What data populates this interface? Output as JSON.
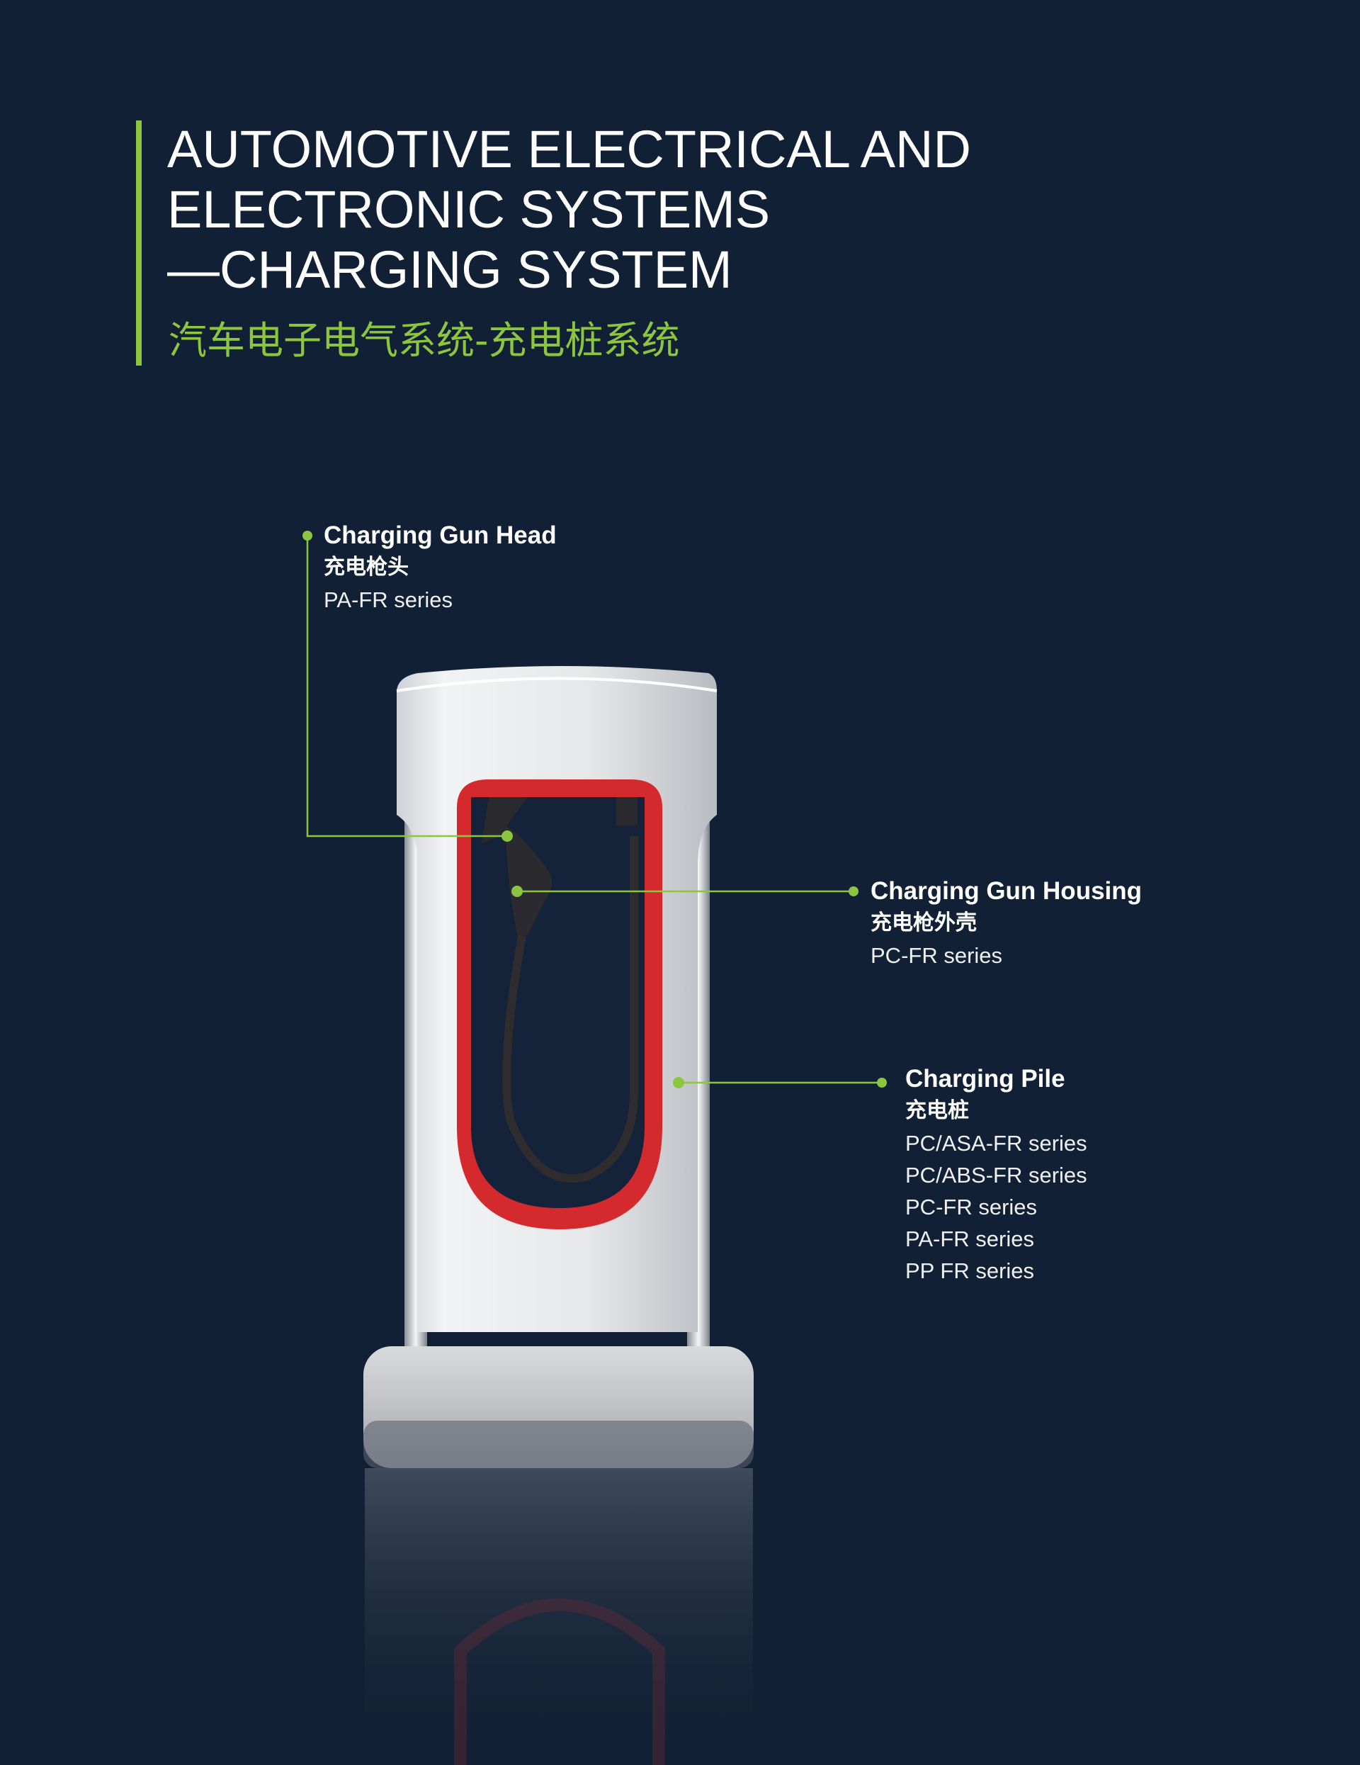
{
  "header": {
    "title_lines": [
      "AUTOMOTIVE ELECTRICAL AND",
      "ELECTRONIC SYSTEMS",
      "—CHARGING SYSTEM"
    ],
    "subtitle": "汽车电子电气系统-充电桩系统"
  },
  "callouts": [
    {
      "title": "Charging Gun Head",
      "title_zh": "充电枪头",
      "materials": [
        "PA-FR series"
      ]
    },
    {
      "title": "Charging Gun Housing",
      "title_zh": "充电枪外壳",
      "materials": [
        "PC-FR series"
      ]
    },
    {
      "title": "Charging Pile",
      "title_zh": "充电桩",
      "materials": [
        "PC/ASA-FR series",
        "PC/ABS-FR series",
        "PC-FR series",
        "PA-FR series",
        "PP FR series"
      ]
    }
  ],
  "colors": {
    "background": "#122035",
    "accent": "#8cc63f",
    "window_trim": "#d42a2e"
  }
}
